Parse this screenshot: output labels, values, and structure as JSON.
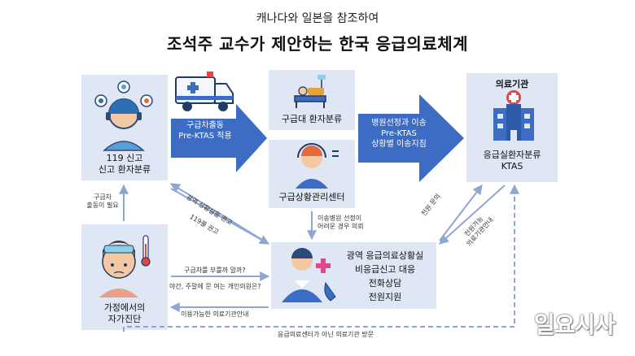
{
  "header": {
    "subtitle": "캐나다와 일본을 참조하여",
    "title": "조석주 교수가 제안하는 한국 응급의료체계"
  },
  "boxes": {
    "call119": {
      "line1": "119 신고",
      "line2": "신고 환자분류"
    },
    "ambulance_triage": {
      "label": "구급대 환자분류"
    },
    "dispatch_center": {
      "label": "구급상황관리센터"
    },
    "hospital": {
      "top": "의료기관",
      "line1": "응급실환자분류",
      "line2": "KTAS"
    },
    "regional": {
      "line1": "광역 응급의료상황실",
      "line2": "비응급신고 대응",
      "line3": "전화상담",
      "line4": "전원지원"
    },
    "home": {
      "line1": "가정에서의",
      "line2": "자가진단"
    }
  },
  "arrows": {
    "dispatch": {
      "line1": "구급차출동",
      "line2": "Pre-KTAS 적용"
    },
    "transport": {
      "line1": "병원선정과 이송",
      "line2": "Pre-KTAS",
      "line3": "상황별 이송지침"
    }
  },
  "labels": {
    "need_ambulance": {
      "line1": "구급차",
      "line2": "출동이 필요"
    },
    "regional_recommend": "광역 상황실을 권고",
    "call119_recommend": "119를 권고",
    "hard_selection": {
      "line1": "이송병원 선정이",
      "line2": "어려운 경우 의뢰"
    },
    "transfer_inquiry": "전원 문의",
    "transfer_guide": {
      "line1": "전원가능",
      "line2": "의료기관안내"
    },
    "q_ambulance": "구급차를 부를까 말까?",
    "q_night": "야간, 주말에 문 여는 개인의원은?",
    "available_guide": "이용가능한 의료기관안내",
    "non_center_visit": "응급의료센터가 아닌 의료기관 방문"
  },
  "watermark": "일요시사",
  "icons": [
    "ambulance-icon",
    "dispatcher-icon",
    "patient-bed-icon",
    "headset-operator-icon",
    "hospital-icon",
    "doctor-icon",
    "sick-person-icon",
    "thermometer-icon",
    "phone-icon"
  ],
  "colors": {
    "box": "#dfe7f5",
    "arrow": "#3c6cc4",
    "thin_arrow": "#9bb0d8"
  }
}
